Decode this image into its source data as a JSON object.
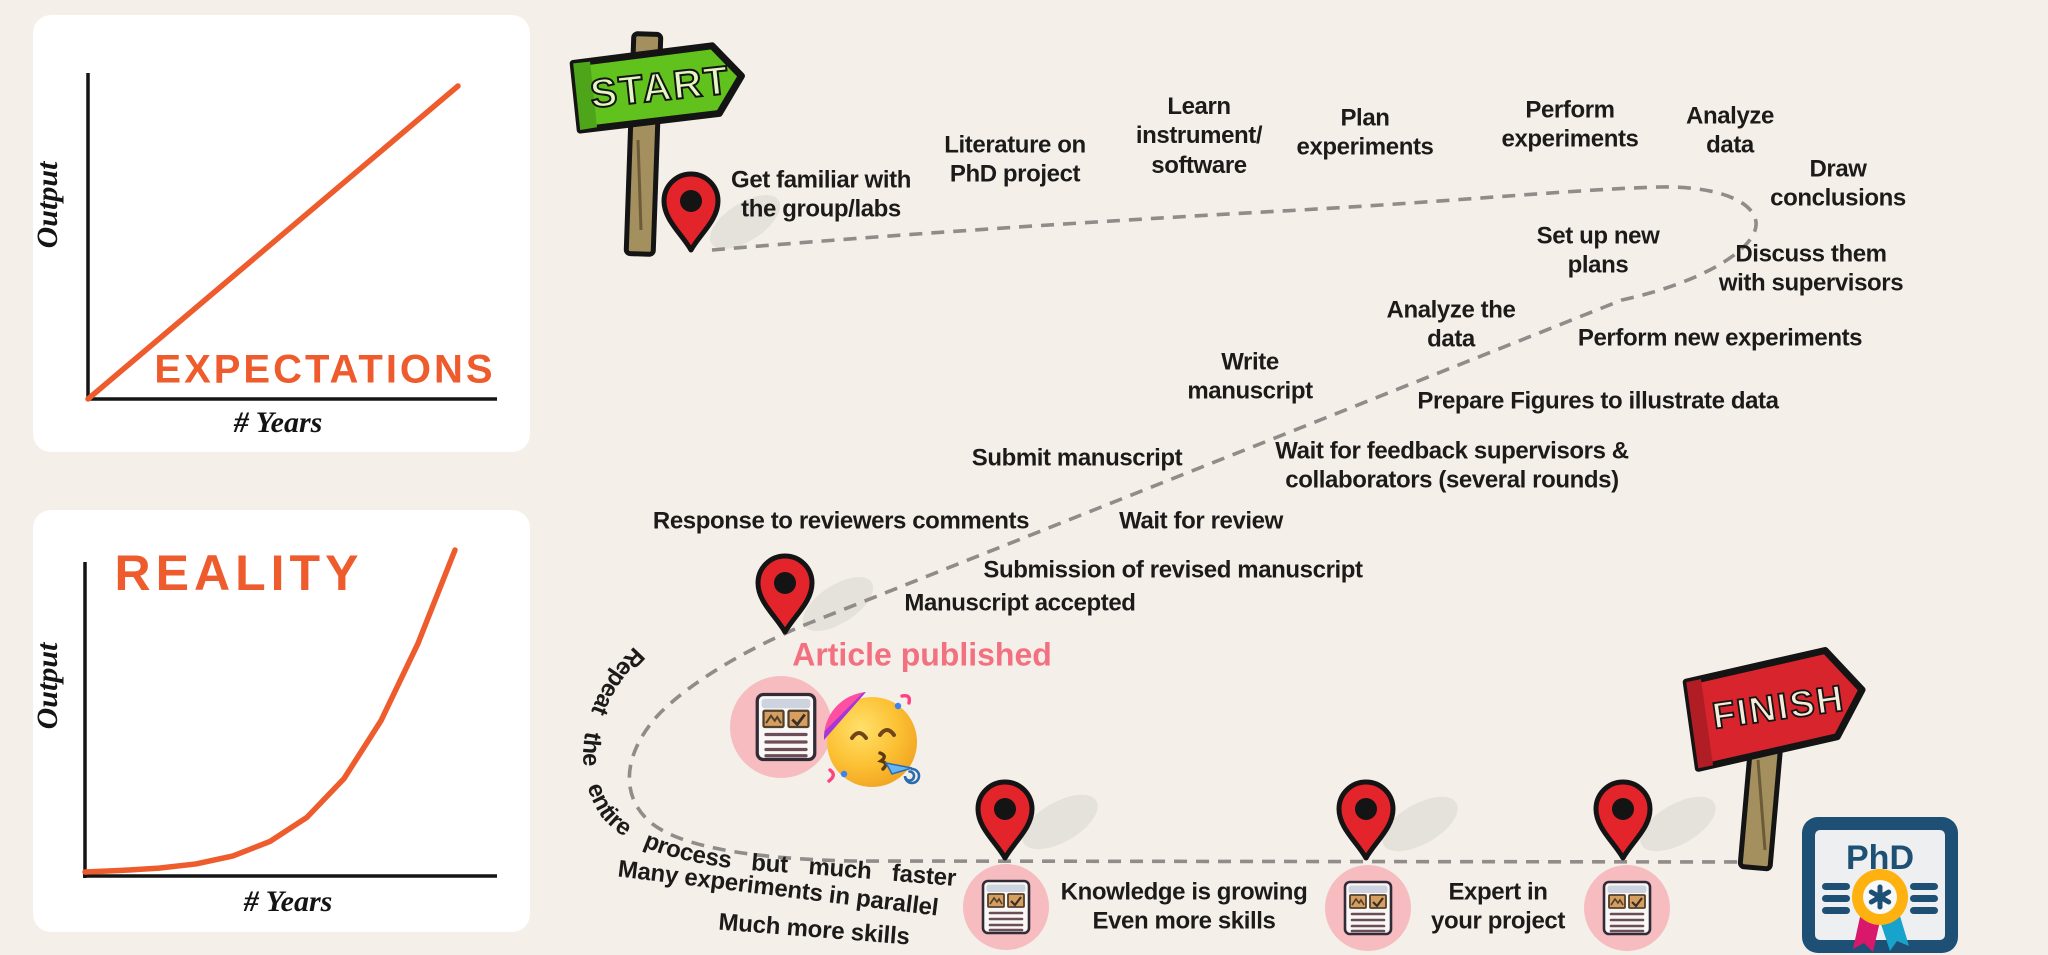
{
  "canvas": {
    "background": "#f4efe9",
    "colors": {
      "accent_orange": "#ee5b2d",
      "article_pink": "#f2707f",
      "path_gray": "#8f8c8a",
      "pin_red": "#e3242b",
      "pin_shadow": "#e5e1db",
      "pink_circle": "#f6bcc0",
      "start_green": "#62c21d",
      "finish_red": "#d8252d",
      "post_brown": "#a3905e",
      "diploma_navy": "#1d5074",
      "medal_yellow": "#ffb110",
      "ribbon_pink": "#d9176b",
      "ribbon_cyan": "#17a3cc"
    }
  },
  "chart_data": [
    {
      "type": "line",
      "title": "EXPECTATIONS",
      "xlabel": "# Years",
      "ylabel": "Output",
      "x": [
        0,
        10
      ],
      "y": [
        0,
        10
      ],
      "shape": "linear",
      "color": "#ee5b2d",
      "xlim": [
        0,
        10
      ],
      "ylim": [
        0,
        10
      ],
      "grid": false,
      "legend": "none"
    },
    {
      "type": "line",
      "title": "REALITY",
      "xlabel": "# Years",
      "ylabel": "Output",
      "x": [
        0,
        1,
        2,
        3,
        4,
        5,
        6,
        7,
        8,
        9,
        10
      ],
      "y": [
        0,
        0.05,
        0.12,
        0.25,
        0.5,
        0.95,
        1.7,
        2.9,
        4.7,
        7.1,
        10
      ],
      "shape": "exponential",
      "color": "#ee5b2d",
      "xlim": [
        0,
        10
      ],
      "ylim": [
        0,
        10
      ],
      "grid": false,
      "legend": "none"
    }
  ],
  "charts": {
    "expectations": {
      "title": "EXPECTATIONS",
      "ylabel": "Output",
      "xlabel": "# Years"
    },
    "reality": {
      "title": "REALITY",
      "ylabel": "Output",
      "xlabel": "# Years"
    }
  },
  "journey": {
    "signs": {
      "start": "START",
      "finish": "FINISH"
    },
    "diploma_label": "PhD",
    "article_label": "Article published",
    "curved_text": "Repeat the entire process but much faster",
    "notes": [
      {
        "text": "Many experiments in parallel"
      },
      {
        "text": "Much more skills"
      }
    ],
    "milestones": [
      {
        "id": "get-familiar",
        "lines": [
          "Get familiar with",
          "the group/labs"
        ]
      },
      {
        "id": "literature",
        "lines": [
          "Literature on",
          "PhD project"
        ]
      },
      {
        "id": "learn-instrument",
        "lines": [
          "Learn",
          "instrument/",
          "software"
        ]
      },
      {
        "id": "plan-experiments",
        "lines": [
          "Plan",
          "experiments"
        ]
      },
      {
        "id": "perform-experiments",
        "lines": [
          "Perform",
          "experiments"
        ]
      },
      {
        "id": "analyze-data",
        "lines": [
          "Analyze",
          "data"
        ]
      },
      {
        "id": "draw-conclusions",
        "lines": [
          "Draw",
          "conclusions"
        ]
      },
      {
        "id": "set-up-new-plans",
        "lines": [
          "Set up new",
          "plans"
        ]
      },
      {
        "id": "discuss-with-supervisors",
        "lines": [
          "Discuss them",
          "with supervisors"
        ]
      },
      {
        "id": "analyze-the-data",
        "lines": [
          "Analyze the",
          "data"
        ]
      },
      {
        "id": "perform-new-experiments",
        "lines": [
          "Perform new experiments"
        ]
      },
      {
        "id": "write-manuscript",
        "lines": [
          "Write",
          "manuscript"
        ]
      },
      {
        "id": "prepare-figures",
        "lines": [
          "Prepare Figures to illustrate data"
        ]
      },
      {
        "id": "submit-manuscript",
        "lines": [
          "Submit manuscript"
        ]
      },
      {
        "id": "wait-feedback",
        "lines": [
          "Wait for feedback supervisors &",
          "collaborators (several rounds)"
        ]
      },
      {
        "id": "response-reviewers",
        "lines": [
          "Response to reviewers comments"
        ]
      },
      {
        "id": "wait-for-review",
        "lines": [
          "Wait for review"
        ]
      },
      {
        "id": "submission-revised",
        "lines": [
          "Submission of revised manuscript"
        ]
      },
      {
        "id": "manuscript-accepted",
        "lines": [
          "Manuscript accepted"
        ]
      },
      {
        "id": "knowledge-growing",
        "lines": [
          "Knowledge is growing",
          "Even more skills"
        ]
      },
      {
        "id": "expert-project",
        "lines": [
          "Expert in",
          "your project"
        ]
      }
    ]
  }
}
